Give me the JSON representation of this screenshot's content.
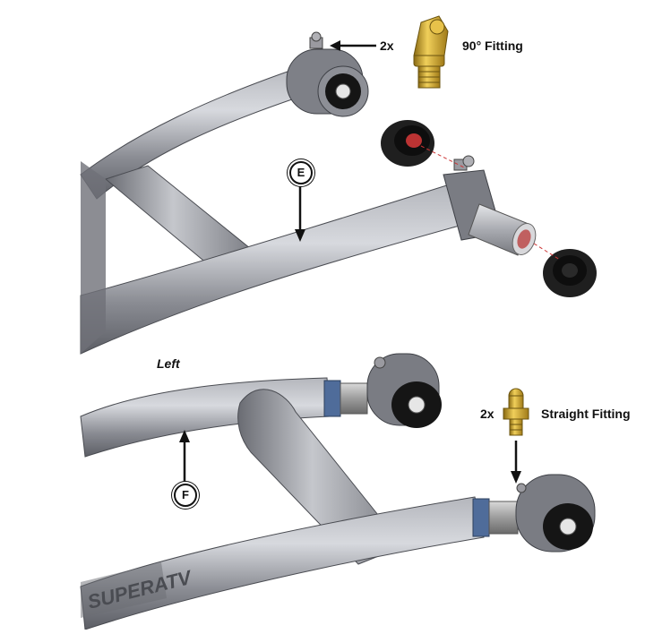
{
  "labels": {
    "top_qty": "2x",
    "top_fitting": "90° Fitting",
    "bottom_qty": "2x",
    "bottom_fitting": "Straight Fitting",
    "side": "Left",
    "callout_e": "E",
    "callout_f": "F",
    "logo_text": "SUPERATV"
  },
  "colors": {
    "arm_metal": "#8f9198",
    "arm_highlight": "#c8cad0",
    "arm_shadow": "#5a5c62",
    "bushing": "#1c1c1c",
    "brass": "#c9a227",
    "tube": "#b9bbc0"
  }
}
